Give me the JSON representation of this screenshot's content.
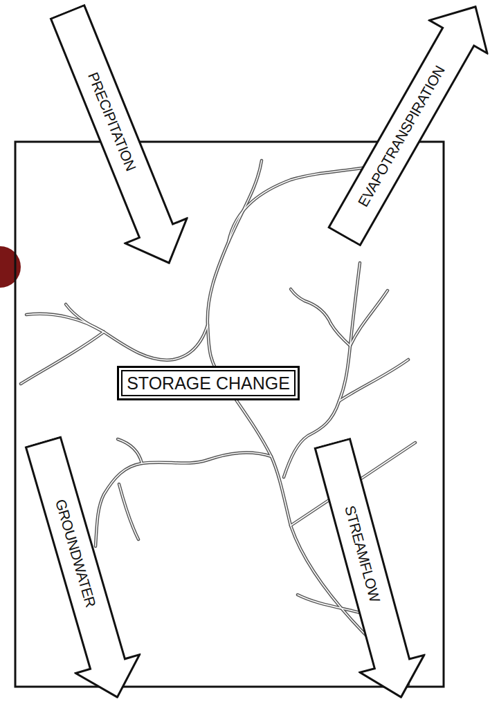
{
  "diagram": {
    "nodes": [
      {
        "text": [
          "PRECIPITATION"
        ]
      },
      {
        "text": [
          "EVAPOTRANSPIRATION"
        ]
      },
      {
        "text": [
          "STORAGE CHANGE"
        ]
      },
      {
        "text": [
          "GROUNDWATER"
        ]
      },
      {
        "text": [
          "STREAMFLOW"
        ]
      }
    ]
  }
}
